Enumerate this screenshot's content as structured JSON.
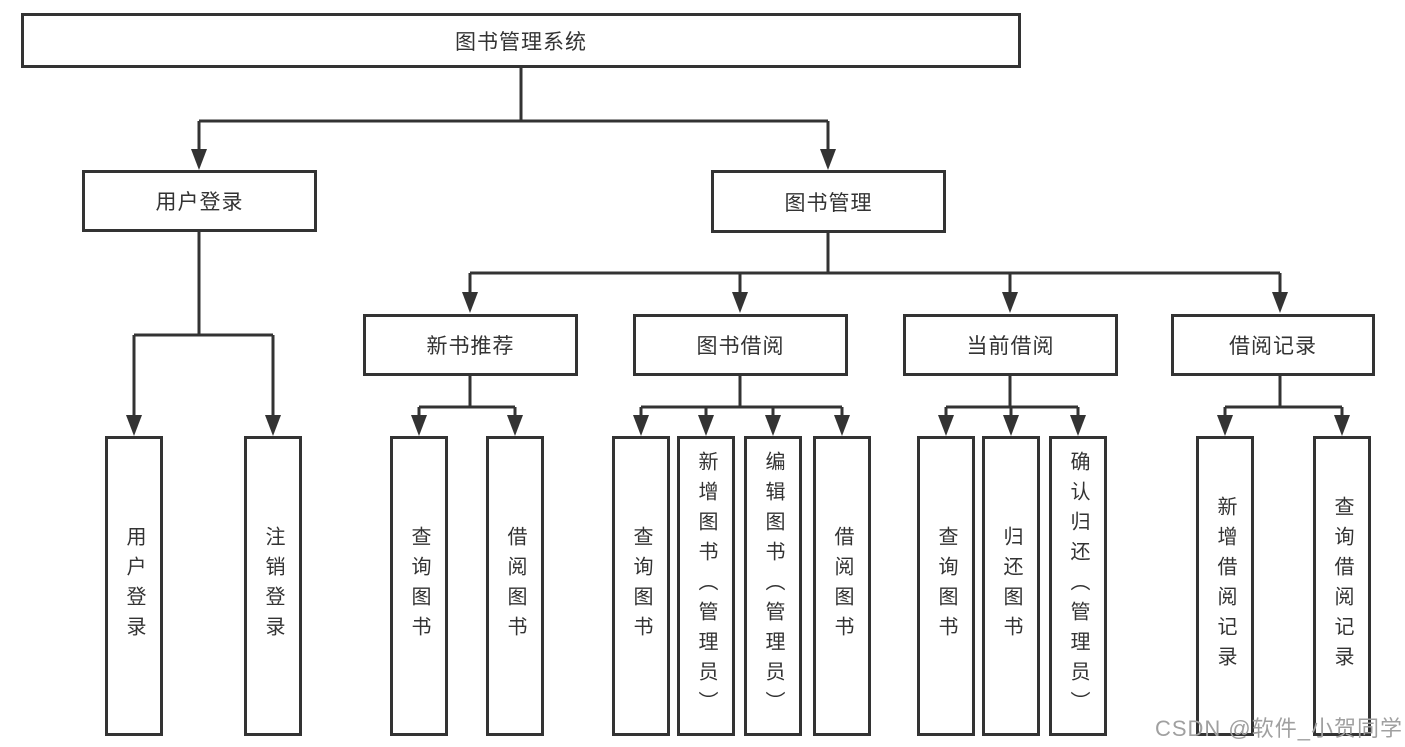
{
  "tree": {
    "root": "图书管理系统",
    "user_login": {
      "label": "用户登录",
      "leaves": [
        "用户登录",
        "注销登录"
      ]
    },
    "book_management": {
      "label": "图书管理",
      "sections": [
        {
          "label": "新书推荐",
          "leaves": [
            "查询图书",
            "借阅图书"
          ]
        },
        {
          "label": "图书借阅",
          "leaves": [
            "查询图书",
            "新增图书（管理员）",
            "编辑图书（管理员）",
            "借阅图书"
          ]
        },
        {
          "label": "当前借阅",
          "leaves": [
            "查询图书",
            "归还图书",
            "确认归还（管理员）"
          ]
        },
        {
          "label": "借阅记录",
          "leaves": [
            "新增借阅记录",
            "查询借阅记录"
          ]
        }
      ]
    }
  },
  "watermark": "CSDN @软件_小贺同学",
  "colors": {
    "line": "#333333",
    "text": "#333333",
    "watermark": "#a0a0a0"
  }
}
